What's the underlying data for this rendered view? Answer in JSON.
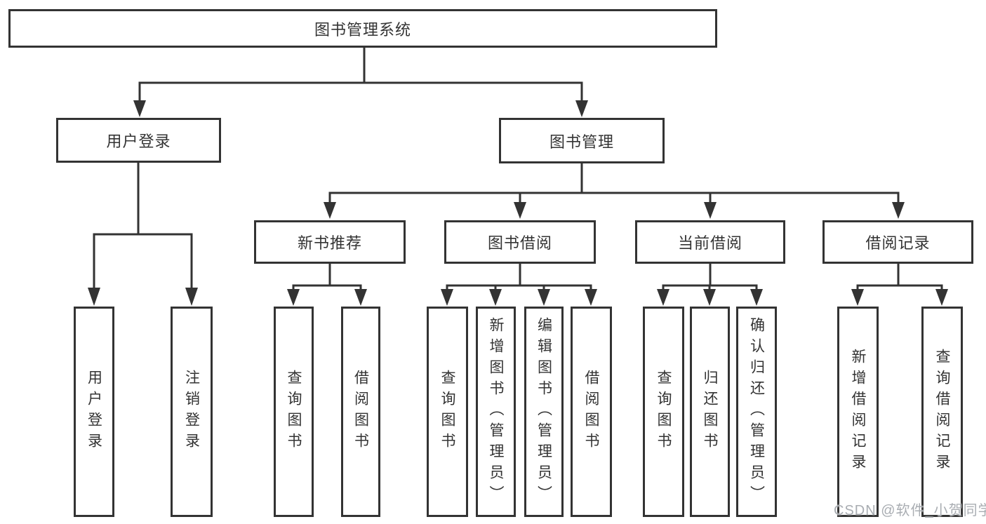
{
  "diagram": {
    "root": {
      "label": "图书管理系统"
    },
    "level2": {
      "user_login": {
        "label": "用户登录"
      },
      "book_management": {
        "label": "图书管理"
      }
    },
    "level3": {
      "new_book": {
        "label": "新书推荐"
      },
      "book_borrow": {
        "label": "图书借阅"
      },
      "current_borrow": {
        "label": "当前借阅"
      },
      "borrow_record": {
        "label": "借阅记录"
      }
    },
    "leaves": {
      "user_login": [
        "用户登录",
        "注销登录"
      ],
      "new_book": [
        "查询图书",
        "借阅图书"
      ],
      "book_borrow": [
        "查询图书",
        "新增图书（管理员）",
        "编辑图书（管理员）",
        "借阅图书"
      ],
      "current_borrow": [
        "查询图书",
        "归还图书",
        "确认归还（管理员）"
      ],
      "borrow_record": [
        "新增借阅记录",
        "查询借阅记录"
      ]
    }
  },
  "watermark": {
    "text": "CSDN @软件_小贺同学"
  },
  "colors": {
    "line": "#333333",
    "text": "#333333",
    "watermark": "#a9adb2",
    "background": "#ffffff"
  }
}
